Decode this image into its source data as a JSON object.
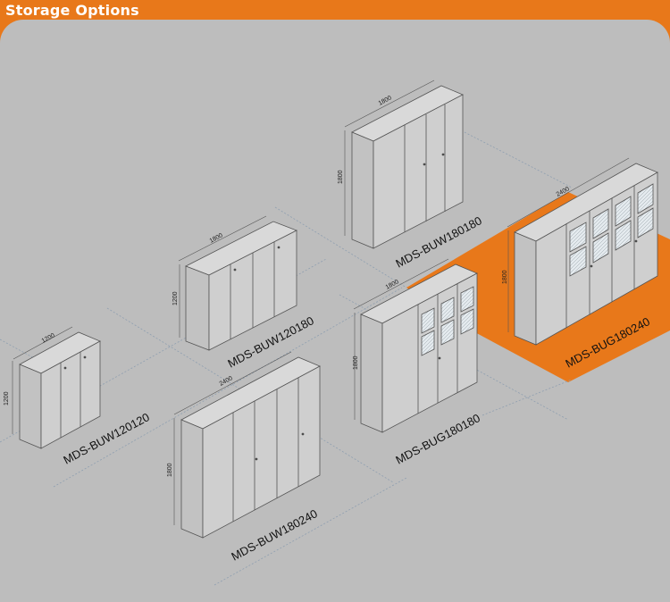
{
  "header": {
    "title": "Storage Options"
  },
  "colors": {
    "accent": "#e8781a",
    "background": "#bdbdbd",
    "cabinet_face": "#cfcfcf",
    "cabinet_top": "#d9d9d9",
    "cabinet_side": "#c2c2c2"
  },
  "units": [
    {
      "model": "MDS-BUW120120",
      "width_label": "1200",
      "height_label": "1200",
      "glass": false,
      "highlighted": false
    },
    {
      "model": "MDS-BUW120180",
      "width_label": "1800",
      "height_label": "1200",
      "glass": false,
      "highlighted": false
    },
    {
      "model": "MDS-BUW180180",
      "width_label": "1800",
      "height_label": "1800",
      "glass": false,
      "highlighted": false
    },
    {
      "model": "MDS-BUW180240",
      "width_label": "2400",
      "height_label": "1800",
      "glass": false,
      "highlighted": false
    },
    {
      "model": "MDS-BUG180180",
      "width_label": "1800",
      "height_label": "1800",
      "glass": true,
      "highlighted": false
    },
    {
      "model": "MDS-BUG180240",
      "width_label": "2400",
      "height_label": "1800",
      "glass": true,
      "highlighted": true
    }
  ]
}
